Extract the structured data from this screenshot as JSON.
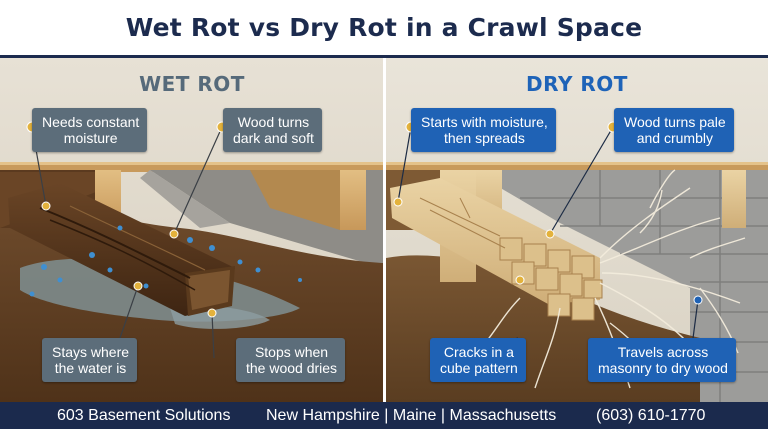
{
  "title": "Wet Rot vs Dry Rot in a Crawl Space",
  "wet_rot": {
    "heading": "WET ROT",
    "callouts": {
      "needs_moisture": [
        "Needs constant",
        "moisture"
      ],
      "wood_dark": [
        "Wood turns",
        "dark and soft"
      ],
      "stays_water": [
        "Stays where",
        "the water is"
      ],
      "stops_dries": [
        "Stops when",
        "the wood dries"
      ]
    }
  },
  "dry_rot": {
    "heading": "DRY ROT",
    "callouts": {
      "starts_moisture": [
        "Starts with moisture,",
        "then spreads"
      ],
      "wood_pale": [
        "Wood turns pale",
        "and crumbly"
      ],
      "cracks_cube": [
        "Cracks in a",
        "cube pattern"
      ],
      "travels_masonry": [
        "Travels across",
        "masonry to dry wood"
      ]
    }
  },
  "footer": {
    "company": "603 Basement Solutions",
    "regions": "New Hampshire | Maine | Massachusetts",
    "phone": "(603) 610-1770"
  },
  "colors": {
    "navy": "#1c2b4e",
    "wet_callout": "#5c6d7a",
    "dry_callout": "#1f62b5",
    "marker_dot": "#e3b23c"
  }
}
